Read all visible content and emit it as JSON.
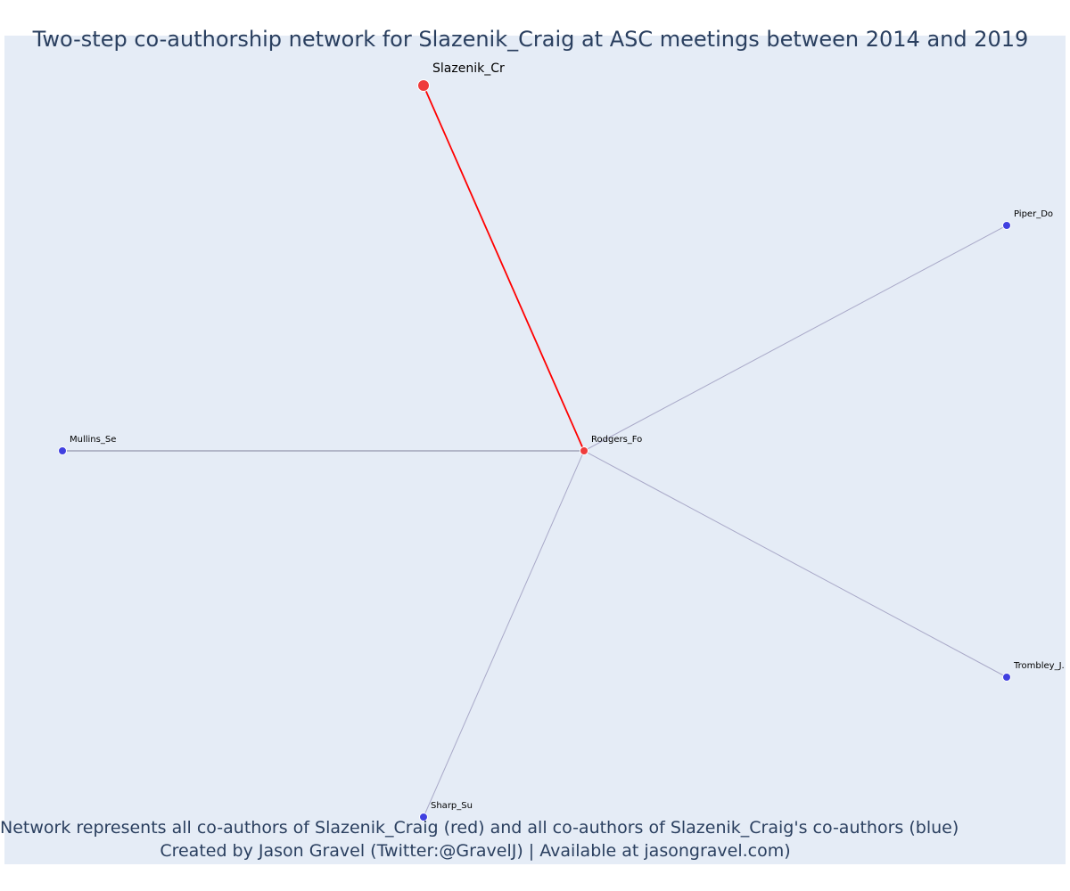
{
  "title": "Two-step co-authorship network for Slazenik_Craig at ASC meetings between 2014 and 2019",
  "footer": {
    "line1": "Network represents all co-authors of Slazenik_Craig (red) and all co-authors of Slazenik_Craig's co-authors (blue)",
    "line2": "Created by Jason Gravel (Twitter:@GravelJ) | Available at jasongravel.com)"
  },
  "colors": {
    "plot_background": "#e5ecf6",
    "focal_node": "#ef3b3b",
    "coauthor_node": "#ef3b3b",
    "second_step_node": "#4040e0",
    "focal_edge": "#ff0000",
    "other_edge": "#a9a9c8"
  },
  "network": {
    "nodes": [
      {
        "id": "slazenik",
        "label": "Slazenik_Cr",
        "group": "focal"
      },
      {
        "id": "rodgers",
        "label": "Rodgers_Fo",
        "group": "coauthor"
      },
      {
        "id": "piper",
        "label": "Piper_Do",
        "group": "second_step"
      },
      {
        "id": "mullins",
        "label": "Mullins_Se",
        "group": "second_step"
      },
      {
        "id": "trombley",
        "label": "Trombley_J.",
        "group": "second_step"
      },
      {
        "id": "sharp",
        "label": "Sharp_Su",
        "group": "second_step"
      }
    ],
    "edges": [
      {
        "source": "slazenik",
        "target": "rodgers",
        "type": "focal"
      },
      {
        "source": "rodgers",
        "target": "piper",
        "type": "other"
      },
      {
        "source": "rodgers",
        "target": "mullins",
        "type": "other"
      },
      {
        "source": "rodgers",
        "target": "trombley",
        "type": "other"
      },
      {
        "source": "rodgers",
        "target": "sharp",
        "type": "other"
      }
    ]
  }
}
